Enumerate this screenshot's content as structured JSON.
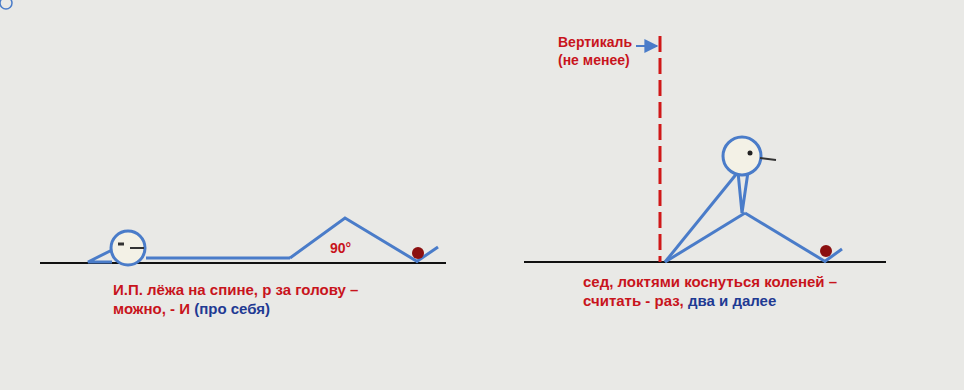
{
  "diagram": {
    "labels": [
      "Вертикаль (не менее)",
      "90°",
      "И.П.  лёжа на спине, р за голову – можно, - И",
      "(про себя)",
      "сед, локтями коснуться коленей – считать - раз,",
      "два и далее"
    ]
  }
}
